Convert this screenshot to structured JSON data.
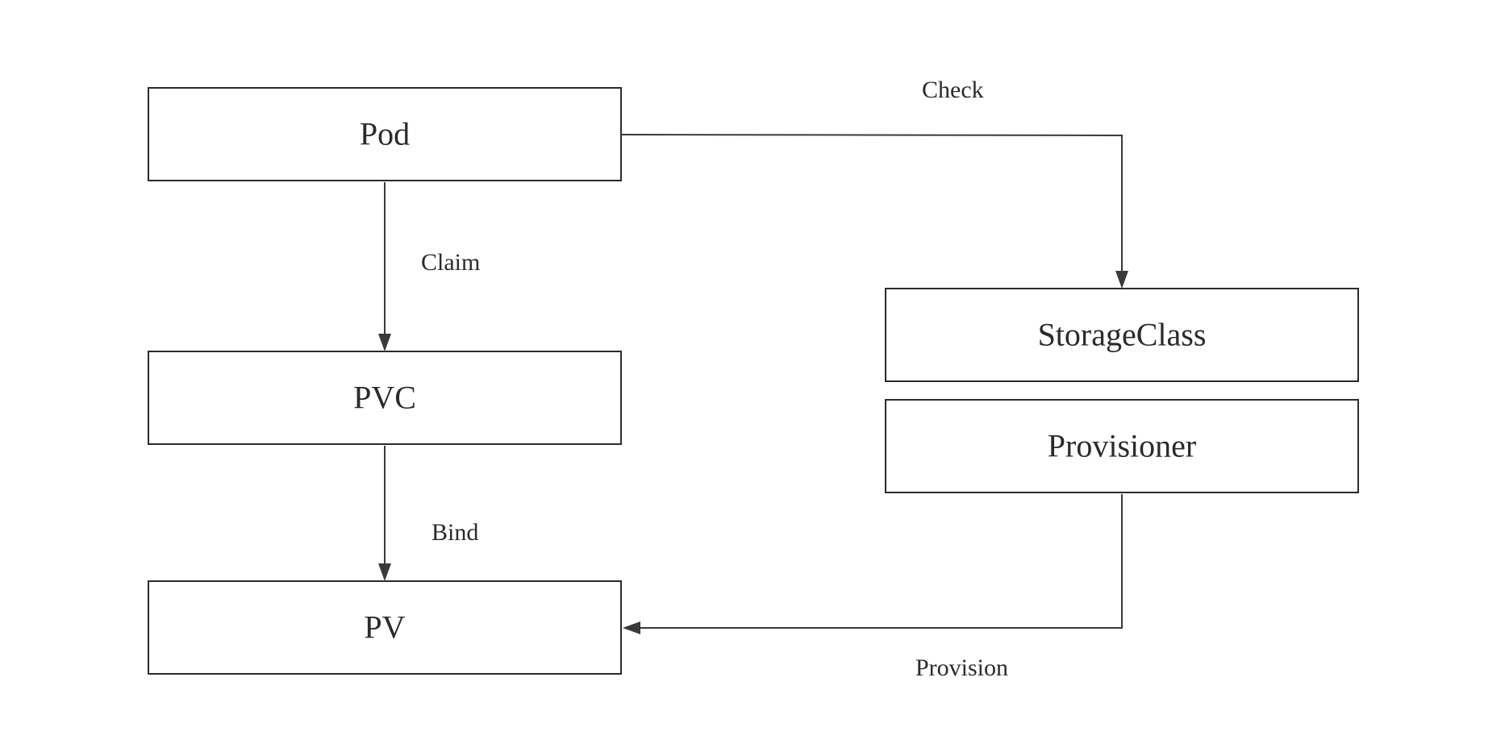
{
  "nodes": {
    "pod": "Pod",
    "pvc": "PVC",
    "pv": "PV",
    "storageclass": "StorageClass",
    "provisioner": "Provisioner"
  },
  "edges": {
    "check": "Check",
    "claim": "Claim",
    "bind": "Bind",
    "provision": "Provision"
  },
  "colors": {
    "stroke": "#2b2b2b",
    "background": "#ffffff"
  }
}
